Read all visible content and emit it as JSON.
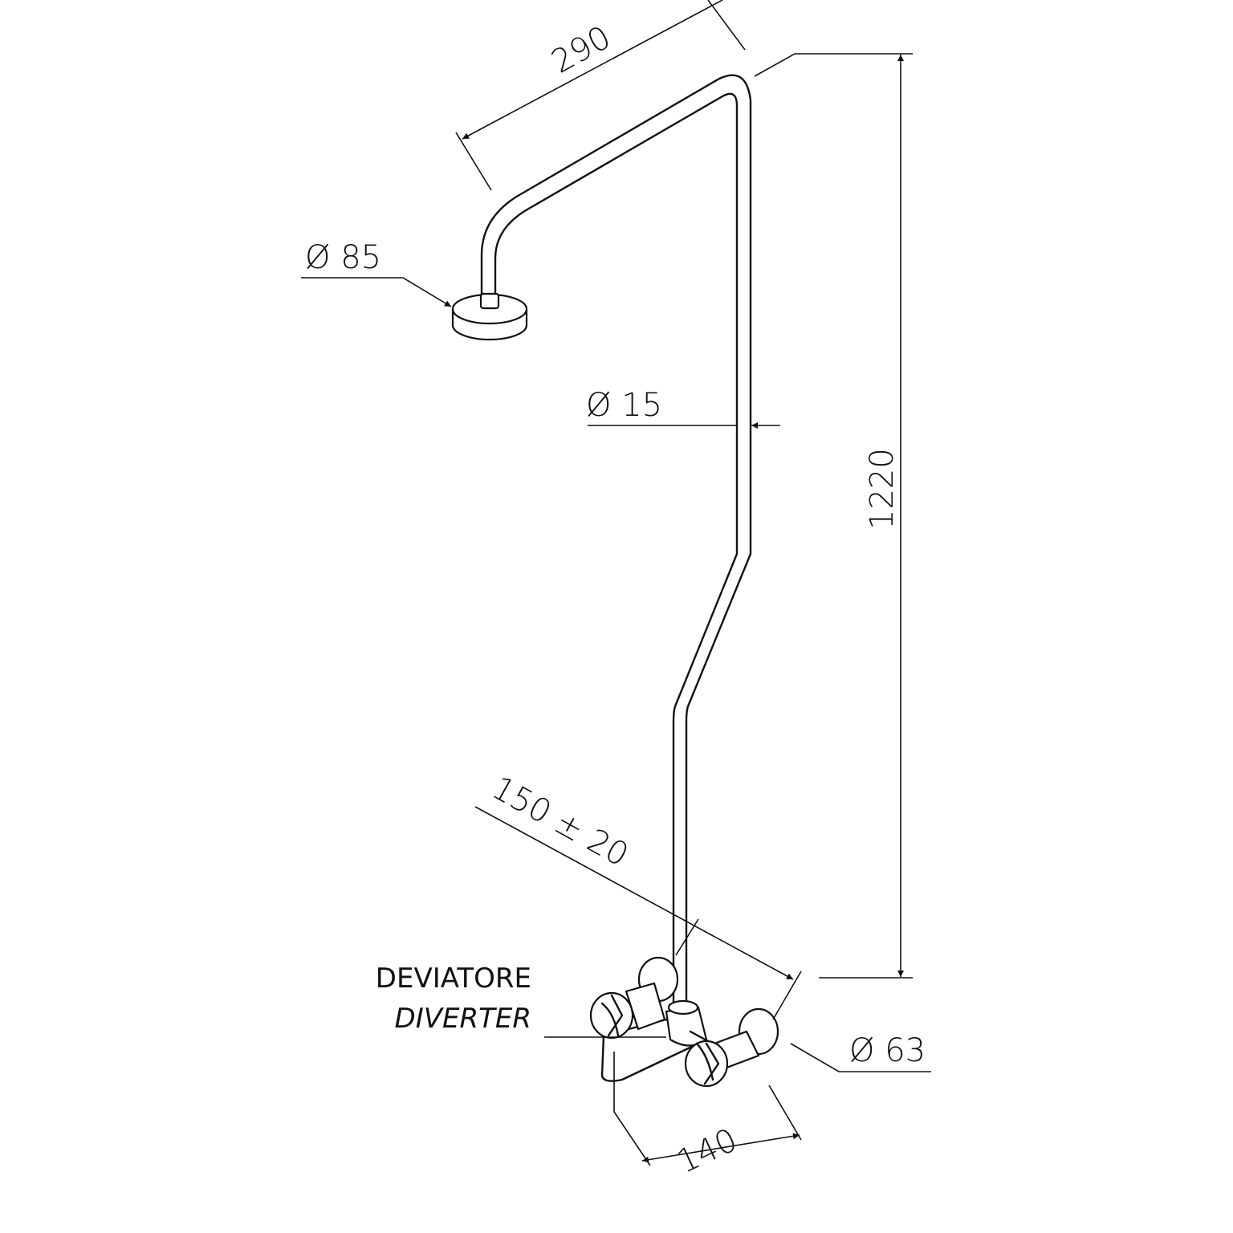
{
  "drawing": {
    "dimensions": {
      "arm_length": "290",
      "head_diameter": "Ø 85",
      "pipe_diameter": "Ø 15",
      "total_height": "1220",
      "wall_offset": "150 ± 20",
      "rosette_diameter": "Ø 63",
      "inlet_spacing": "140"
    },
    "labels": {
      "diverter_it": "DEVIATORE",
      "diverter_en": "DIVERTER"
    },
    "colors": {
      "line": "#111111",
      "background": "#ffffff"
    }
  }
}
